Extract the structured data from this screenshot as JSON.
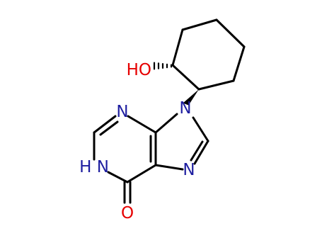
{
  "colors": {
    "background": "#ffffff",
    "bond": "#000000",
    "nitrogen": "#1e1ea0",
    "oxygen": "#e60000"
  },
  "atoms": {
    "hydroxyl": "HO",
    "n3": "N",
    "n9": "N",
    "n1": "H N",
    "n7": "N",
    "carbonyl_o": "O"
  },
  "stereo": {
    "oh_bond": "hashed-wedge",
    "n9_bond": "bold-wedge"
  }
}
